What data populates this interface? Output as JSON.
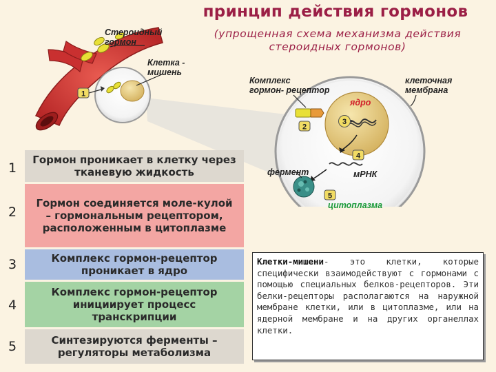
{
  "title": "принцип действия гормонов",
  "subtitle_line1": "(упрощенная схема механизма действия",
  "subtitle_line2": "стероидных гормонов)",
  "labels": {
    "steroid_hormone": [
      "Стероидный",
      "гормон"
    ],
    "target_cell": [
      "Клетка -",
      "мишень"
    ],
    "hormone_receptor_complex": [
      "Комплекс",
      "гормон- рецептор"
    ],
    "cell_membrane": [
      "клеточная",
      "мембрана"
    ],
    "nucleus": "ядро",
    "enzyme": "фермент",
    "mrna": "мРНК",
    "cytoplasm": "цитоплазма"
  },
  "markers": [
    "1",
    "2",
    "3",
    "4",
    "5"
  ],
  "steps": [
    {
      "number": "1",
      "text": "Гормон проникает в клетку через тканевую жидкость",
      "color": "#ddd8cf"
    },
    {
      "number": "2",
      "text": "Гормон соединяется моле-кулой – гормональным рецептором, расположенным в цитоплазме",
      "color": "#f3a6a3"
    },
    {
      "number": "3",
      "text": "Комплекс гормон-рецептор проникает в ядро",
      "color": "#a9bde0"
    },
    {
      "number": "4",
      "text": "Комплекс гормон-рецептор инициирует процесс транскрипции",
      "color": "#a4d3a4"
    },
    {
      "number": "5",
      "text": "Синтезируются ферменты – регуляторы метаболизма",
      "color": "#ddd8cf"
    }
  ],
  "note": {
    "term": "Клетки-мишени",
    "text": "- это клетки, которые специфически взаимодействуют с гормонами с помощью специальных белков-рецепторов. Эти белки-рецепторы располагаются на наружной мембране клетки, или в цитоплазме, или на ядерной мембране и на других органеллах клетки."
  },
  "colors": {
    "title": "#9b1f46",
    "vessel": "#d23a3a",
    "hormone": "#e8e036",
    "marker_fill": "#f2dc64",
    "nucleus": "#e3c97b"
  }
}
